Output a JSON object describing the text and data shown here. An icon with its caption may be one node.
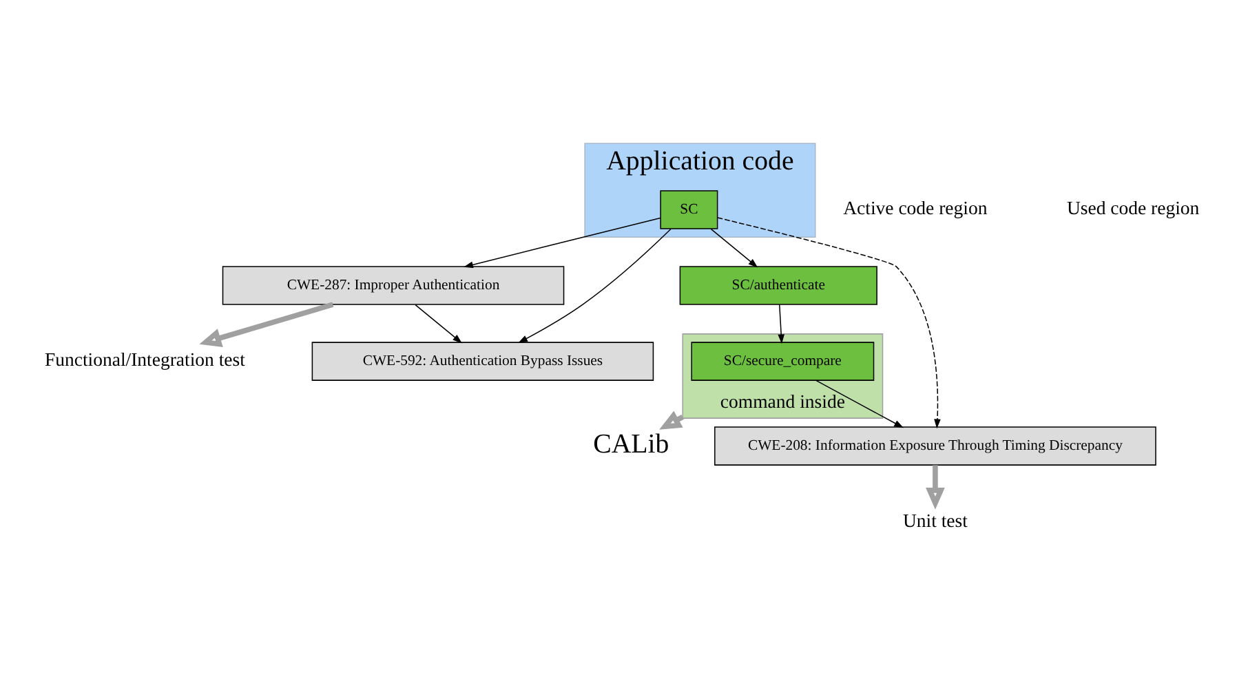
{
  "diagram": {
    "nodes": [
      {
        "text": [
          "Functional/Integration test"
        ]
      },
      {
        "text": [
          "Application code"
        ]
      },
      {
        "text": [
          "SC"
        ],
        "in": 1
      },
      {
        "text": [
          "CWE-287: Improper Authentication"
        ]
      },
      {
        "text": [
          "CWE-592: Authentication Bypass Issues"
        ]
      },
      {
        "text": [
          "SC/authenticate"
        ]
      },
      {
        "text": [
          "command inside"
        ]
      },
      {
        "text": [
          "SC/secure_compare"
        ],
        "in": 6
      },
      {
        "text": [
          "CALib"
        ]
      },
      {
        "text": [
          "CWE-208: Information Exposure Through Timing Discrepancy"
        ]
      },
      {
        "text": [
          "Unit test"
        ]
      }
    ],
    "edges": [
      {
        "from": 2,
        "to": 3,
        "arrow": "to"
      },
      {
        "from": 2,
        "to": 4,
        "arrow": "to"
      },
      {
        "from": 3,
        "to": 4,
        "arrow": "to"
      },
      {
        "from": 2,
        "to": 5,
        "arrow": "to"
      },
      {
        "from": 2,
        "to": 9,
        "arrow": "to",
        "style": "dashed"
      },
      {
        "from": 5,
        "to": 7,
        "arrow": "to"
      },
      {
        "from": 7,
        "to": 9,
        "arrow": "to"
      },
      {
        "from": 3,
        "to": 0,
        "arrow": "to",
        "style": "thick",
        "color": "#a0a0a0"
      },
      {
        "from": 6,
        "to": 8,
        "arrow": "to",
        "style": "thick",
        "color": "#a0a0a0"
      },
      {
        "from": 9,
        "to": 10,
        "arrow": "to",
        "style": "thick",
        "color": "#a0a0a0"
      }
    ],
    "labels": [
      "Active code region",
      "Used code region"
    ]
  }
}
